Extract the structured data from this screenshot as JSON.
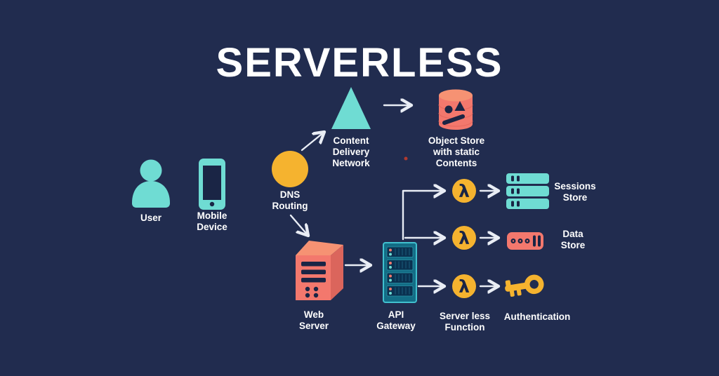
{
  "title": "SERVERLESS",
  "lambda_symbol": "λ",
  "colors": {
    "background": "#212c4f",
    "teal": "#6fdcd3",
    "yellow": "#f5b32f",
    "salmon": "#f3786d",
    "icon_detail_navy": "#1a2545",
    "gateway_body": "#136d86",
    "gateway_border": "#41c0cf",
    "gateway_slot": "#0a3150",
    "arrow": "#e9edf5",
    "text": "#ffffff"
  },
  "nodes": {
    "user": {
      "label": "User"
    },
    "mobile_device": {
      "label": "Mobile\nDevice"
    },
    "dns_routing": {
      "label": "DNS\nRouting"
    },
    "cdn": {
      "label": "Content\nDelivery\nNetwork"
    },
    "object_store": {
      "label": "Object Store\nwith static\nContents"
    },
    "web_server": {
      "label": "Web\nServer"
    },
    "api_gateway": {
      "label": "API\nGateway"
    },
    "serverless_function": {
      "label": "Server less\nFunction"
    },
    "sessions_store": {
      "label": "Sessions\nStore"
    },
    "data_store": {
      "label": "Data\nStore"
    },
    "authentication": {
      "label": "Authentication"
    }
  }
}
